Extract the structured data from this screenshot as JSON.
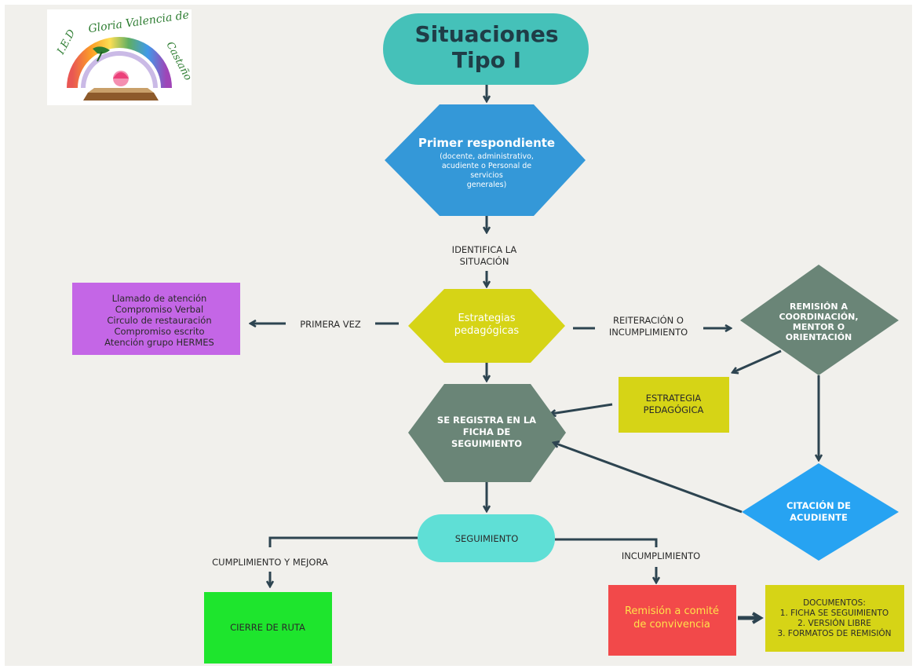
{
  "logo": {
    "text": "I.E.D Gloria Valencia de Castaño"
  },
  "title": {
    "lines": [
      "Situaciones",
      "Tipo I"
    ]
  },
  "first_responder": {
    "title": "Primer respondiente",
    "detail_lines": [
      "(docente, administrativo,",
      "acudiente o Personal de",
      "servicios",
      "generales)"
    ]
  },
  "identify_label": {
    "lines": [
      "IDENTIFICA LA",
      "SITUACIÓN"
    ]
  },
  "pedagogical_strategies": {
    "lines": [
      "Estrategias",
      "pedagógicas"
    ]
  },
  "first_time_label": "PRIMERA VEZ",
  "measures_box": {
    "lines": [
      "Llamado de atención",
      "Compromiso Verbal",
      "Circulo de restauración",
      "Compromiso escrito",
      "Atención grupo HERMES"
    ]
  },
  "repeat_label": {
    "lines": [
      "REITERACIÓN O",
      "INCUMPLIMIENTO"
    ]
  },
  "referral_coordination": {
    "lines": [
      "REMISIÓN A",
      "COORDINACIÓN,",
      "MENTOR O",
      "ORIENTACIÓN"
    ]
  },
  "pedagogical_strategy_box": {
    "lines": [
      "ESTRATEGIA",
      "PEDAGÓGICA"
    ]
  },
  "register": {
    "lines": [
      "SE REGISTRA EN LA",
      "FICHA DE",
      "SEGUIMIENTO"
    ]
  },
  "guardian_summons": {
    "lines": [
      "CITACIÓN DE",
      "ACUDIENTE"
    ]
  },
  "follow_up": "SEGUIMIENTO",
  "compliance_label": "CUMPLIMIENTO Y MEJORA",
  "noncompliance_label": "INCUMPLIMIENTO",
  "route_closure": "CIERRE DE RUTA",
  "committee_referral": {
    "lines": [
      "Remisión a comité",
      "de convivencia"
    ]
  },
  "documents_box": {
    "lines": [
      "DOCUMENTOS:",
      "1. FICHA SE SEGUIMIENTO",
      "2. VERSIÓN LIBRE",
      "3. FORMATOS DE REMISIÓN"
    ]
  },
  "colors": {
    "background": "#f1f0ec",
    "arrow": "#2d4450",
    "teal": "#45c1b9",
    "blue": "#3498d8",
    "yellow_green": "#d6d416",
    "slate_green": "#6a8577",
    "purple": "#c466e6",
    "light_blue": "#27a3f2",
    "cyan": "#5fdfd6",
    "green": "#1ee52d",
    "red": "#f2494a",
    "title_text": "#1f3d47"
  }
}
